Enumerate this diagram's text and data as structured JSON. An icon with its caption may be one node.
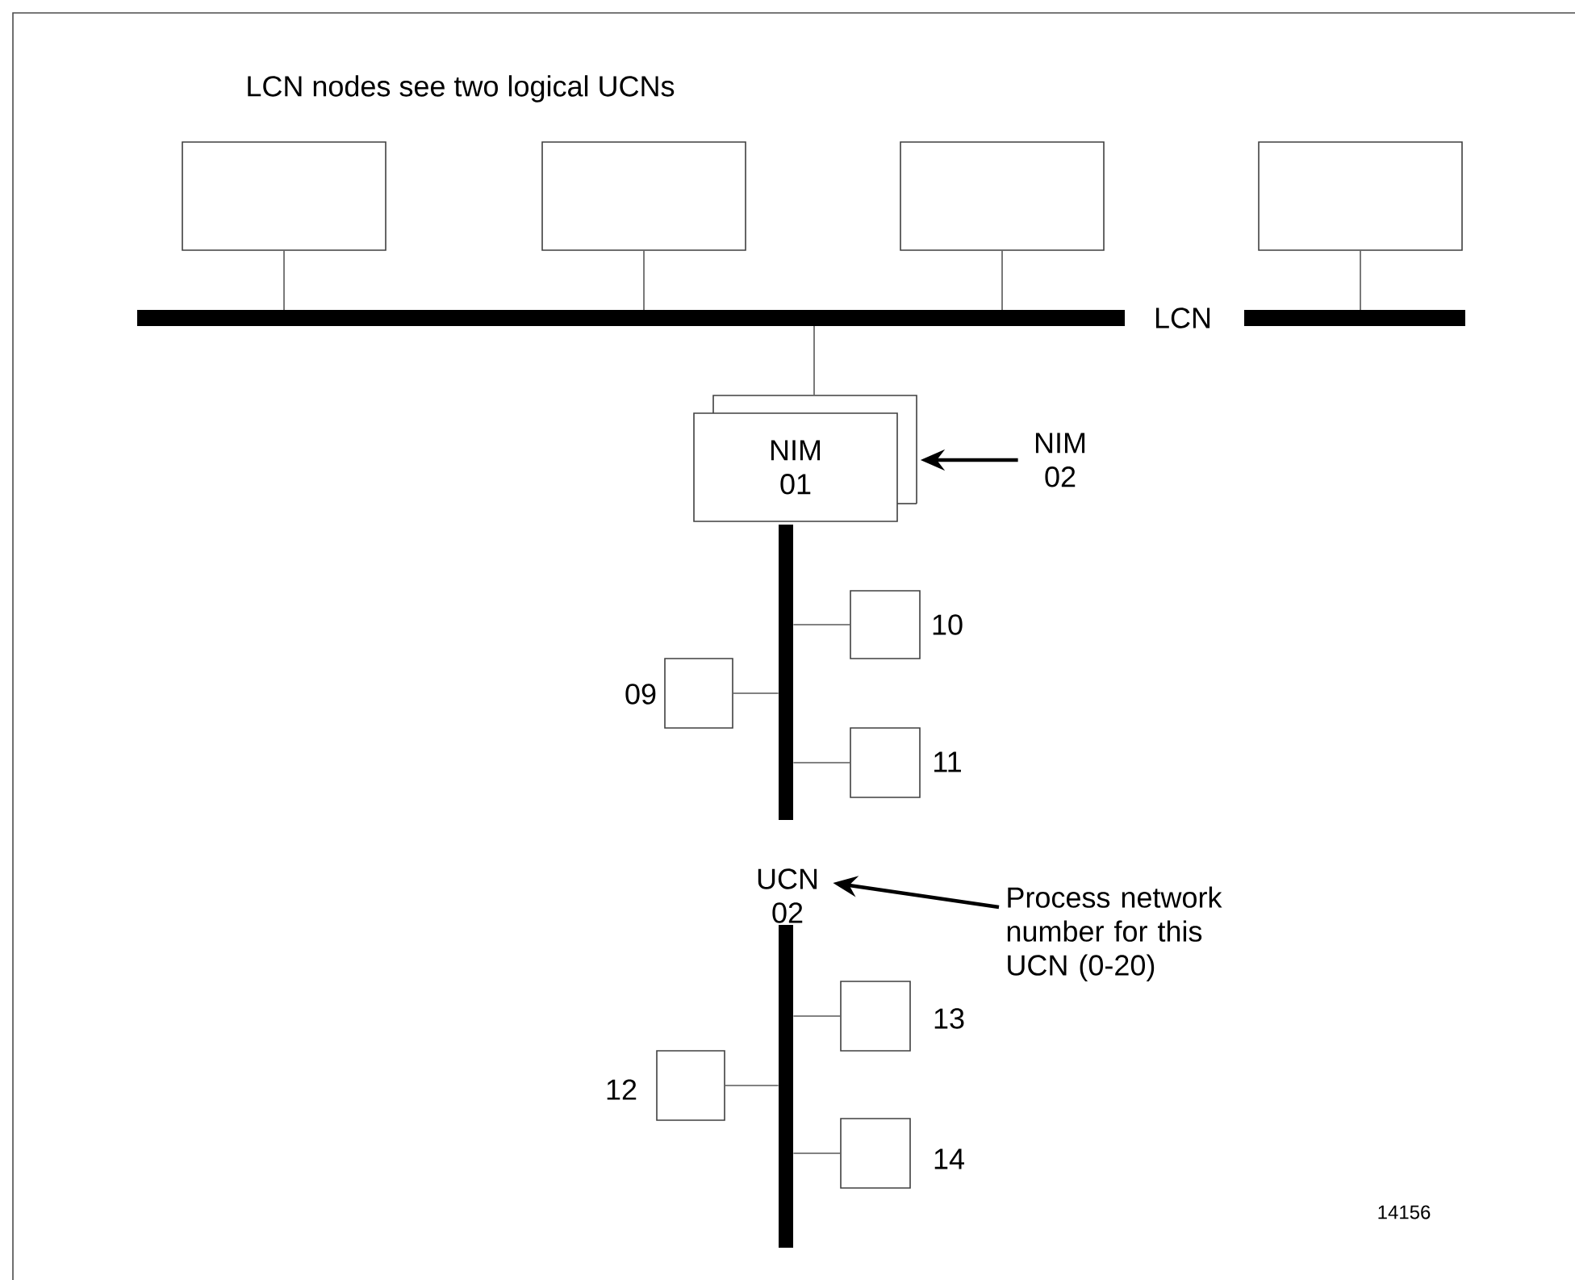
{
  "diagram": {
    "title": "LCN nodes see two logical UCNs",
    "nodes": [
      {
        "text": [],
        "shape": "box"
      },
      {
        "text": [],
        "shape": "box"
      },
      {
        "text": [],
        "shape": "box"
      },
      {
        "text": [],
        "shape": "box"
      },
      {
        "text": [
          "LCN"
        ]
      },
      {
        "text": [
          "NIM 01"
        ]
      },
      {
        "text": [
          "NIM 02"
        ]
      },
      {
        "text": [],
        "shape": "bar"
      },
      {
        "text": [],
        "shape": "box",
        "beside": [
          "10"
        ]
      },
      {
        "text": [],
        "shape": "box",
        "beside": [
          "09"
        ]
      },
      {
        "text": [],
        "shape": "box",
        "beside": [
          "11"
        ]
      },
      {
        "text": [
          "UCN 02"
        ]
      },
      {
        "text": [
          "Process network number for this UCN (0-20)"
        ]
      },
      {
        "text": [],
        "shape": "bar"
      },
      {
        "text": [],
        "shape": "box",
        "beside": [
          "13"
        ]
      },
      {
        "text": [],
        "shape": "box",
        "beside": [
          "12"
        ]
      },
      {
        "text": [],
        "shape": "box",
        "beside": [
          "14"
        ]
      }
    ],
    "edges": [
      {
        "from": 0,
        "to": 4,
        "arrow": "none"
      },
      {
        "from": 1,
        "to": 4,
        "arrow": "none"
      },
      {
        "from": 2,
        "to": 4,
        "arrow": "none"
      },
      {
        "from": 3,
        "to": 4,
        "arrow": "none"
      },
      {
        "from": 4,
        "to": 5,
        "arrow": "none"
      },
      {
        "from": 6,
        "to": 5,
        "arrow": "to"
      },
      {
        "from": 8,
        "to": 7,
        "arrow": "none"
      },
      {
        "from": 9,
        "to": 7,
        "arrow": "none"
      },
      {
        "from": 10,
        "to": 7,
        "arrow": "none"
      },
      {
        "from": 12,
        "to": 11,
        "arrow": "to"
      },
      {
        "from": 14,
        "to": 13,
        "arrow": "none"
      },
      {
        "from": 15,
        "to": 13,
        "arrow": "none"
      },
      {
        "from": 16,
        "to": 13,
        "arrow": "none"
      }
    ],
    "labels": [
      "14156"
    ]
  }
}
